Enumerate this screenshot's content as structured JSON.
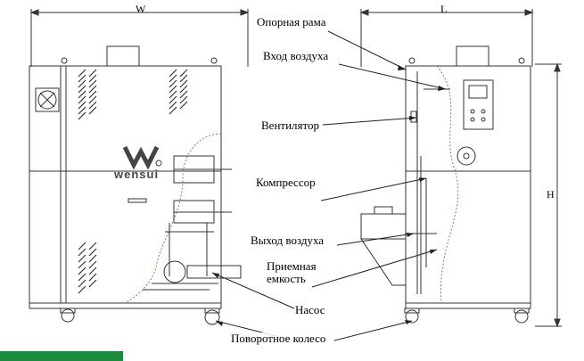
{
  "dimensions": {
    "width_label": "W",
    "length_label": "L",
    "height_label": "H"
  },
  "labels": [
    {
      "id": "support-frame",
      "text": "Опорная рама"
    },
    {
      "id": "air-inlet",
      "text": "Вход воздуха"
    },
    {
      "id": "fan",
      "text": "Вентилятор"
    },
    {
      "id": "compressor",
      "text": "Компрессор"
    },
    {
      "id": "air-outlet",
      "text": "Выход воздуха"
    },
    {
      "id": "receiver-tank",
      "text": "Приемная\nемкость"
    },
    {
      "id": "pump",
      "text": "Насос"
    },
    {
      "id": "swivel-wheel",
      "text": "Поворотное колесо"
    }
  ],
  "logo": {
    "text": "wensui"
  },
  "colors": {
    "line": "#333333",
    "cutaway": "#b06a6a",
    "accent_strip": "#1a8a3c"
  }
}
